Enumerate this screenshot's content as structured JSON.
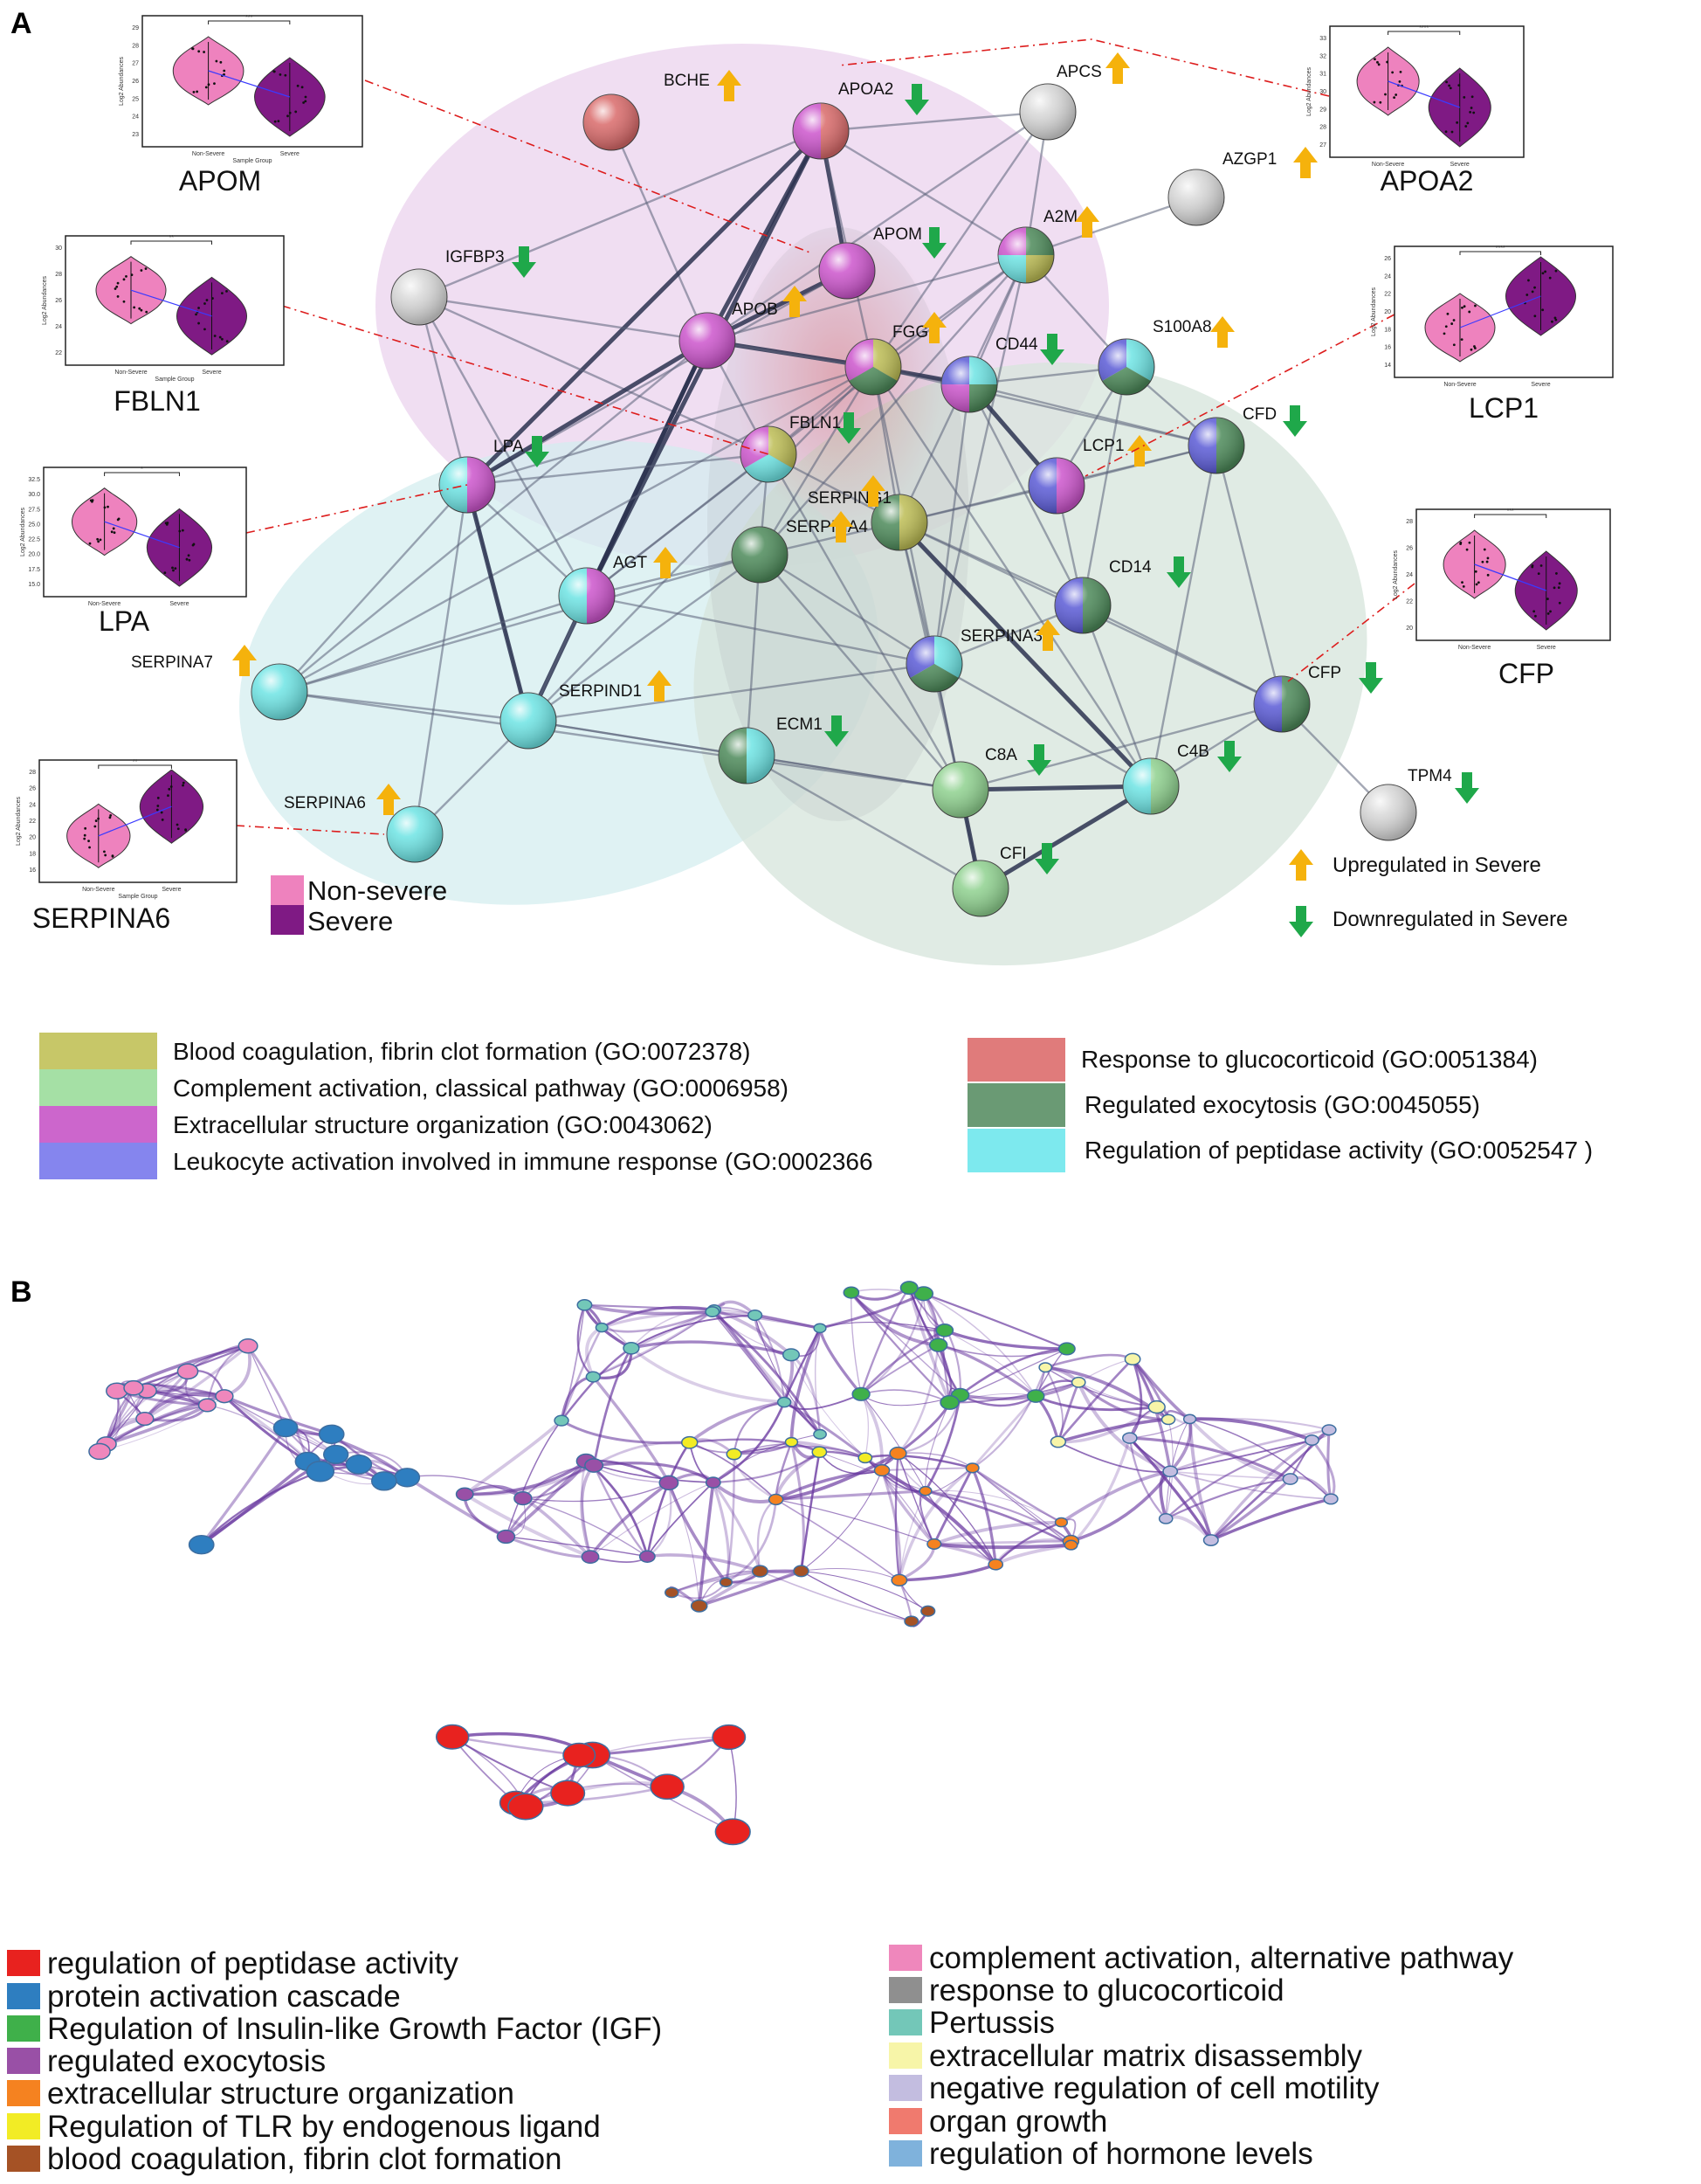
{
  "panel_a": {
    "label": "A",
    "nodes": [
      {
        "id": "BCHE",
        "label": "BCHE",
        "colors": [
          "#d96a6a"
        ],
        "reg": "up"
      },
      {
        "id": "APOA2",
        "label": "APOA2",
        "colors": [
          "#d96a6a",
          "#cc55cc"
        ],
        "reg": "down"
      },
      {
        "id": "APCS",
        "label": "APCS",
        "colors": [
          "#d8d8d8"
        ],
        "reg": "up"
      },
      {
        "id": "AZGP1",
        "label": "AZGP1",
        "colors": [
          "#d8d8d8"
        ],
        "reg": "up"
      },
      {
        "id": "IGFBP3",
        "label": "IGFBP3",
        "colors": [
          "#d8d8d8"
        ],
        "reg": "down"
      },
      {
        "id": "APOM",
        "label": "APOM",
        "colors": [
          "#cc55cc"
        ],
        "reg": "down"
      },
      {
        "id": "A2M",
        "label": "A2M",
        "colors": [
          "#4d8a5a",
          "#bdbd55",
          "#6ee4e4",
          "#cc55cc"
        ],
        "reg": "up"
      },
      {
        "id": "APOB",
        "label": "APOB",
        "colors": [
          "#cc55cc"
        ],
        "reg": "up"
      },
      {
        "id": "FGG",
        "label": "FGG",
        "colors": [
          "#bdbd55",
          "#4d8a5a",
          "#cc55cc"
        ],
        "reg": "up"
      },
      {
        "id": "CD44",
        "label": "CD44",
        "colors": [
          "#6ee4e4",
          "#4d8a5a",
          "#cc55cc",
          "#5b5bd6"
        ],
        "reg": "down"
      },
      {
        "id": "S100A8",
        "label": "S100A8",
        "colors": [
          "#6ee4e4",
          "#4d8a5a",
          "#5b5bd6"
        ],
        "reg": "up"
      },
      {
        "id": "LPA",
        "label": "LPA",
        "colors": [
          "#cc55cc",
          "#6ee4e4"
        ],
        "reg": "down"
      },
      {
        "id": "FBLN1",
        "label": "FBLN1",
        "colors": [
          "#bdbd55",
          "#6ee4e4",
          "#cc55cc"
        ],
        "reg": "down"
      },
      {
        "id": "LCP1",
        "label": "LCP1",
        "colors": [
          "#cc55cc",
          "#5b5bd6"
        ],
        "reg": "up"
      },
      {
        "id": "CFD",
        "label": "CFD",
        "colors": [
          "#4d8a5a",
          "#5b5bd6"
        ],
        "reg": "down"
      },
      {
        "id": "SERPING1",
        "label": "SERPING1",
        "colors": [
          "#bdbd55",
          "#4d8a5a"
        ],
        "reg": "up"
      },
      {
        "id": "SERPINA4",
        "label": "SERPINA4",
        "colors": [
          "#4d8a5a"
        ],
        "reg": "up"
      },
      {
        "id": "AGT",
        "label": "AGT",
        "colors": [
          "#cc55cc",
          "#6ee4e4"
        ],
        "reg": "up"
      },
      {
        "id": "CD14",
        "label": "CD14",
        "colors": [
          "#4d8a5a",
          "#5b5bd6"
        ],
        "reg": "down"
      },
      {
        "id": "SERPINA3",
        "label": "SERPINA3",
        "colors": [
          "#6ee4e4",
          "#4d8a5a",
          "#5b5bd6"
        ],
        "reg": "up"
      },
      {
        "id": "SERPINA7",
        "label": "SERPINA7",
        "colors": [
          "#6ee4e4"
        ],
        "reg": "up"
      },
      {
        "id": "SERPIND1",
        "label": "SERPIND1",
        "colors": [
          "#6ee4e4"
        ],
        "reg": "up"
      },
      {
        "id": "CFP",
        "label": "CFP",
        "colors": [
          "#4d8a5a",
          "#5b5bd6"
        ],
        "reg": "down"
      },
      {
        "id": "ECM1",
        "label": "ECM1",
        "colors": [
          "#6ee4e4",
          "#4d8a5a"
        ],
        "reg": "down"
      },
      {
        "id": "C8A",
        "label": "C8A",
        "colors": [
          "#8fd18f"
        ],
        "reg": "down"
      },
      {
        "id": "C4B",
        "label": "C4B",
        "colors": [
          "#8fd18f",
          "#6ee4e4"
        ],
        "reg": "down"
      },
      {
        "id": "TPM4",
        "label": "TPM4",
        "colors": [
          "#d8d8d8"
        ],
        "reg": "down"
      },
      {
        "id": "SERPINA6",
        "label": "SERPINA6",
        "colors": [
          "#6ee4e4"
        ],
        "reg": "up"
      },
      {
        "id": "CFI",
        "label": "CFI",
        "colors": [
          "#8fd18f"
        ],
        "reg": "down"
      }
    ],
    "edges": [
      [
        "BCHE",
        "APOB"
      ],
      [
        "APOA2",
        "APOB"
      ],
      [
        "APOA2",
        "APOM"
      ],
      [
        "APOA2",
        "APCS"
      ],
      [
        "APOA2",
        "A2M"
      ],
      [
        "APOA2",
        "LPA"
      ],
      [
        "APOA2",
        "AGT"
      ],
      [
        "APOA2",
        "IGFBP3"
      ],
      [
        "APOA2",
        "FGG"
      ],
      [
        "APCS",
        "APOB"
      ],
      [
        "APCS",
        "A2M"
      ],
      [
        "APCS",
        "FGG"
      ],
      [
        "AZGP1",
        "A2M"
      ],
      [
        "IGFBP3",
        "APOB"
      ],
      [
        "IGFBP3",
        "SERPIND1"
      ],
      [
        "IGFBP3",
        "FBLN1"
      ],
      [
        "IGFBP3",
        "AGT"
      ],
      [
        "APOM",
        "APOB"
      ],
      [
        "APOM",
        "LPA"
      ],
      [
        "A2M",
        "FGG"
      ],
      [
        "A2M",
        "APOB"
      ],
      [
        "A2M",
        "CD44"
      ],
      [
        "A2M",
        "SERPINA3"
      ],
      [
        "A2M",
        "S100A8"
      ],
      [
        "A2M",
        "SERPING1"
      ],
      [
        "A2M",
        "AGT"
      ],
      [
        "A2M",
        "SERPINA4"
      ],
      [
        "APOB",
        "LPA"
      ],
      [
        "APOB",
        "FGG"
      ],
      [
        "APOB",
        "AGT"
      ],
      [
        "APOB",
        "SERPIND1"
      ],
      [
        "APOB",
        "SERPINA7"
      ],
      [
        "APOB",
        "FBLN1"
      ],
      [
        "APOB",
        "CD44"
      ],
      [
        "FGG",
        "CD44"
      ],
      [
        "FGG",
        "FBLN1"
      ],
      [
        "FGG",
        "SERPINA4"
      ],
      [
        "FGG",
        "SERPING1"
      ],
      [
        "FGG",
        "LPA"
      ],
      [
        "FGG",
        "CFD"
      ],
      [
        "FGG",
        "SERPINA7"
      ],
      [
        "FGG",
        "C8A"
      ],
      [
        "FGG",
        "SERPIND1"
      ],
      [
        "FGG",
        "C4B"
      ],
      [
        "CD44",
        "S100A8"
      ],
      [
        "CD44",
        "CD14"
      ],
      [
        "CD44",
        "LCP1"
      ],
      [
        "CD44",
        "SERPINA3"
      ],
      [
        "CD44",
        "CFD"
      ],
      [
        "S100A8",
        "CD14"
      ],
      [
        "S100A8",
        "CFD"
      ],
      [
        "S100A8",
        "LCP1"
      ],
      [
        "LPA",
        "SERPIND1"
      ],
      [
        "LPA",
        "AGT"
      ],
      [
        "LPA",
        "SERPINA7"
      ],
      [
        "LPA",
        "FBLN1"
      ],
      [
        "LPA",
        "SERPINA6"
      ],
      [
        "FBLN1",
        "SERPING1"
      ],
      [
        "FBLN1",
        "AGT"
      ],
      [
        "FBLN1",
        "SERPINA4"
      ],
      [
        "FBLN1",
        "C8A"
      ],
      [
        "LCP1",
        "SERPING1"
      ],
      [
        "LCP1",
        "CFD"
      ],
      [
        "LCP1",
        "CD14"
      ],
      [
        "CFD",
        "SERPING1"
      ],
      [
        "CFD",
        "C4B"
      ],
      [
        "CFD",
        "CFP"
      ],
      [
        "SERPING1",
        "SERPINA4"
      ],
      [
        "SERPING1",
        "SERPINA3"
      ],
      [
        "SERPING1",
        "C4B"
      ],
      [
        "SERPING1",
        "CFP"
      ],
      [
        "SERPING1",
        "C8A"
      ],
      [
        "SERPING1",
        "CD14"
      ],
      [
        "SERPINA4",
        "AGT"
      ],
      [
        "SERPINA4",
        "SERPIND1"
      ],
      [
        "SERPINA4",
        "ECM1"
      ],
      [
        "SERPINA4",
        "C8A"
      ],
      [
        "SERPINA4",
        "SERPINA3"
      ],
      [
        "SERPINA4",
        "SERPINA7"
      ],
      [
        "AGT",
        "SERPIND1"
      ],
      [
        "AGT",
        "SERPINA7"
      ],
      [
        "AGT",
        "SERPINA3"
      ],
      [
        "CD14",
        "C4B"
      ],
      [
        "CD14",
        "SERPINA3"
      ],
      [
        "CD14",
        "CFP"
      ],
      [
        "SERPINA3",
        "C8A"
      ],
      [
        "SERPINA3",
        "C4B"
      ],
      [
        "SERPINA3",
        "SERPIND1"
      ],
      [
        "SERPINA3",
        "CFI"
      ],
      [
        "SERPINA7",
        "SERPIND1"
      ],
      [
        "SERPINA7",
        "C8A"
      ],
      [
        "SERPIND1",
        "C8A"
      ],
      [
        "SERPIND1",
        "SERPINA6"
      ],
      [
        "SERPIND1",
        "ECM1"
      ],
      [
        "CFP",
        "C4B"
      ],
      [
        "CFP",
        "TPM4"
      ],
      [
        "CFP",
        "C8A"
      ],
      [
        "ECM1",
        "C8A"
      ],
      [
        "C8A",
        "C4B"
      ],
      [
        "C8A",
        "CFI"
      ],
      [
        "C4B",
        "CFI"
      ],
      [
        "ECM1",
        "CFI"
      ]
    ],
    "strong_edges": [
      [
        "APOA2",
        "APOB"
      ],
      [
        "APOA2",
        "APOM"
      ],
      [
        "APOA2",
        "LPA"
      ],
      [
        "APOB",
        "LPA"
      ],
      [
        "APOB",
        "AGT"
      ],
      [
        "APOB",
        "FGG"
      ],
      [
        "APOB",
        "SERPIND1"
      ],
      [
        "FGG",
        "CD44"
      ],
      [
        "APOM",
        "APOB"
      ],
      [
        "APOA2",
        "AGT"
      ],
      [
        "CD44",
        "LCP1"
      ],
      [
        "C8A",
        "C4B"
      ],
      [
        "C4B",
        "CFI"
      ],
      [
        "C8A",
        "CFI"
      ],
      [
        "SERPING1",
        "C4B"
      ],
      [
        "LPA",
        "SERPIND1"
      ]
    ],
    "violins": [
      {
        "id": "apom",
        "title": "APOM",
        "xticks": [
          "Non-Severe",
          "Severe"
        ],
        "xlabel": "Sample Group",
        "ylabel": "Log2 Abundances",
        "yticks": [
          "29",
          "28",
          "27",
          "26",
          "25",
          "24",
          "23"
        ],
        "signif": "***",
        "severe_higher": false
      },
      {
        "id": "fbln1",
        "title": "FBLN1",
        "xticks": [
          "Non-Severe",
          "Severe"
        ],
        "xlabel": "Sample Group",
        "ylabel": "Log2 Abundances",
        "yticks": [
          "30",
          "28",
          "26",
          "24",
          "22"
        ],
        "signif": "**",
        "severe_higher": false
      },
      {
        "id": "lpa",
        "title": "LPA",
        "xticks": [
          "Non-Severe",
          "Severe"
        ],
        "xlabel": "",
        "ylabel": "Log2 Abundances",
        "yticks": [
          "32.5",
          "30.0",
          "27.5",
          "25.0",
          "22.5",
          "20.0",
          "17.5",
          "15.0"
        ],
        "signif": "*",
        "severe_higher": false
      },
      {
        "id": "serpina6",
        "title": "SERPINA6",
        "xticks": [
          "Non-Severe",
          "Severe"
        ],
        "xlabel": "Sample Group",
        "ylabel": "Log2 Abundances",
        "yticks": [
          "28",
          "26",
          "24",
          "22",
          "20",
          "18",
          "16"
        ],
        "signif": "**",
        "severe_higher": true
      },
      {
        "id": "apoa2",
        "title": "APOA2",
        "xticks": [
          "Non-Severe",
          "Severe"
        ],
        "xlabel": "",
        "ylabel": "Log2 Abundances",
        "yticks": [
          "33",
          "32",
          "31",
          "30",
          "29",
          "28",
          "27"
        ],
        "signif": "****",
        "severe_higher": false
      },
      {
        "id": "lcp1",
        "title": "LCP1",
        "xticks": [
          "Non-Severe",
          "Severe"
        ],
        "xlabel": "",
        "ylabel": "Log2 Abundances",
        "yticks": [
          "26",
          "24",
          "22",
          "20",
          "18",
          "16",
          "14"
        ],
        "signif": "****",
        "severe_higher": true
      },
      {
        "id": "cfp",
        "title": "CFP",
        "xticks": [
          "Non-Severe",
          "Severe"
        ],
        "xlabel": "",
        "ylabel": "Log2 Abundances",
        "yticks": [
          "28",
          "26",
          "24",
          "22",
          "20"
        ],
        "signif": "***",
        "severe_higher": false
      }
    ],
    "sample_legend": [
      {
        "label": "Non-severe",
        "color": "#ee82be"
      },
      {
        "label": "Severe",
        "color": "#7f1a84"
      }
    ],
    "reg_legend": {
      "up": "Upregulated in Severe",
      "down": "Downregulated in Severe",
      "up_color": "#f5b20c",
      "down_color": "#1fa84a"
    },
    "go_legend_left": [
      {
        "label": "Blood coagulation, fibrin clot formation (GO:0072378)",
        "color": "#c7c768"
      },
      {
        "label": "Complement activation, classical pathway (GO:0006958)",
        "color": "#a5e0a5"
      },
      {
        "label": "Extracellular structure organization (GO:0043062)",
        "color": "#cc66cc"
      },
      {
        "label": "Leukocyte activation involved in immune response (GO:0002366",
        "color": "#8585ee"
      }
    ],
    "go_legend_right": [
      {
        "label": "Response to glucocorticoid (GO:0051384)",
        "color": "#e07b7b"
      },
      {
        "label": "Regulated exocytosis (GO:0045055)",
        "color": "#6a9a74"
      },
      {
        "label": "Regulation of peptidase activity (GO:0052547 )",
        "color": "#7de9ee"
      }
    ]
  },
  "panel_b": {
    "label": "B",
    "legend_left": [
      {
        "label": "regulation of peptidase activity",
        "color": "#e8221f"
      },
      {
        "label": "protein activation cascade",
        "color": "#2e7ec0"
      },
      {
        "label": "Regulation of Insulin-like Growth Factor (IGF)",
        "color": "#3fb04a"
      },
      {
        "label": "regulated exocytosis",
        "color": "#9950a6"
      },
      {
        "label": "extracellular structure organization",
        "color": "#f58220"
      },
      {
        "label": "Regulation of TLR by endogenous ligand",
        "color": "#f2ec25"
      },
      {
        "label": "blood coagulation, fibrin clot formation",
        "color": "#a55225"
      }
    ],
    "legend_right": [
      {
        "label": "complement activation, alternative pathway",
        "color": "#ef87bc"
      },
      {
        "label": "response to glucocorticoid",
        "color": "#8f8f8f"
      },
      {
        "label": "Pertussis",
        "color": "#73c7b8"
      },
      {
        "label": "extracellular matrix disassembly",
        "color": "#f7f5a8"
      },
      {
        "label": "negative regulation of cell motility",
        "color": "#c3bde0"
      },
      {
        "label": "organ growth",
        "color": "#f07a6e"
      },
      {
        "label": "regulation of hormone levels",
        "color": "#7fb2dc"
      }
    ]
  }
}
